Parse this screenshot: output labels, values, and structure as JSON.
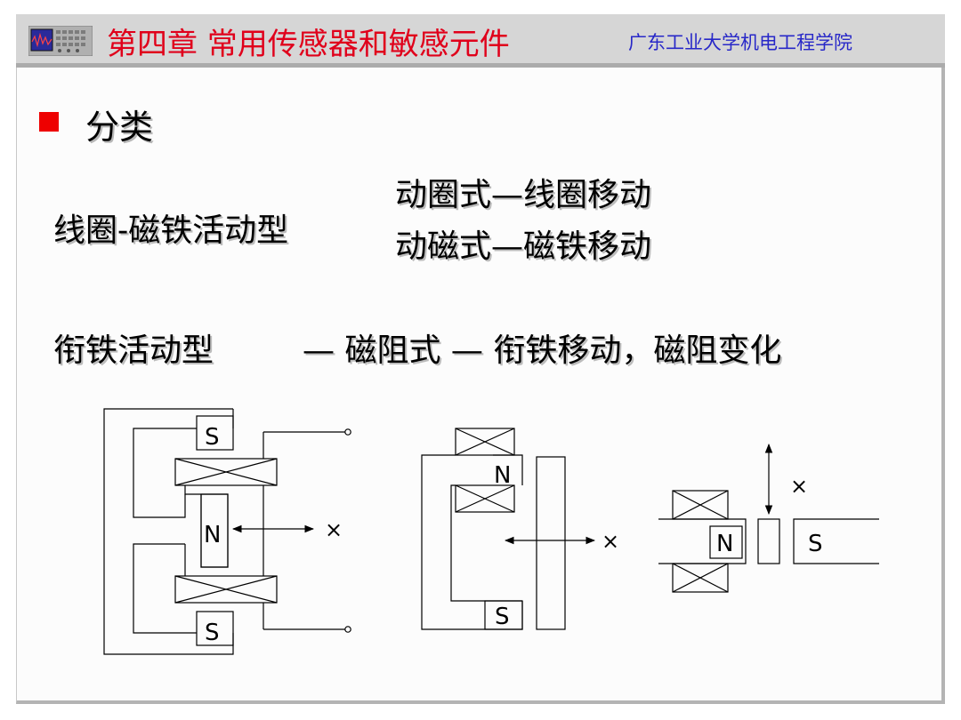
{
  "header": {
    "chapter_title": "第四章 常用传感器和敏感元件",
    "school": "广东工业大学机电工程学院",
    "logo_icon": "oscilloscope-icon"
  },
  "section": {
    "bullet_color": "#ee0000",
    "heading": "分类"
  },
  "types": {
    "coil_magnet": {
      "name": "线圈-磁铁活动型",
      "sub1": "动圈式—线圈移动",
      "sub2": "动磁式—磁铁移动"
    },
    "armature": {
      "name": "衔铁活动型",
      "desc": "— 磁阻式 — 衔铁移动，磁阻变化"
    }
  },
  "diagram_labels": {
    "north": "N",
    "south": "S",
    "displacement": "×"
  },
  "colors": {
    "title_red": "#e0001b",
    "school_blue": "#2828c8"
  }
}
